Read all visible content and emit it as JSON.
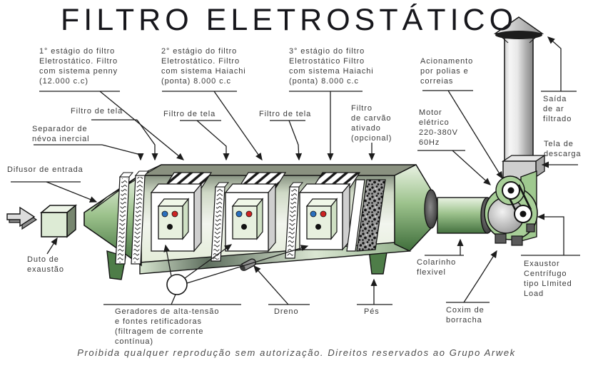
{
  "title": "FILTRO ELETROSTÁTICO",
  "footer": "Proibida qualquer reprodução sem autorização. Direitos reservados ao Grupo Arwek",
  "labels": {
    "stage1": "1° estágio do filtro\nEletrostático. Filtro\ncom sistema penny\n(12.000 c.c)",
    "stage2": "2° estágio do filtro\nEletrostático. Filtro\ncom sistema Haiachi\n(ponta) 8.000 c.c",
    "stage3": "3° estágio do filtro\nEletrostático Filtro\ncom sistema Haiachi\n(ponta) 8.000 c.c",
    "acionamento": "Acionamento\npor polias e\ncorreias",
    "saida_ar": "Saída\nde ar\nfiltrado",
    "tela_descarga": "Tela de\ndescarga",
    "filtro_tela": "Filtro de tela",
    "filtro_carvao": "Filtro\nde carvão\nativado\n(opcional)",
    "motor": "Motor\nelétrico\n220-380V\n60Hz",
    "separador": "Separador de\nnévoa inercial",
    "difusor": "Difusor de entrada",
    "duto": "Duto de\nexaustão",
    "colarinho": "Colarinho\nflexivel",
    "geradores": "Geradores de alta-tensão\ne fontes retificadoras\n(filtragem de corrente\ncontínua)",
    "dreno": "Dreno",
    "pes": "Pés",
    "coxim": "Coxim de\nborracha",
    "exaustor": "Exaustor\nCentrífugo\ntipo LImited\nLoad"
  },
  "colors": {
    "housing_green_light": "#e9f2e3",
    "housing_green": "#a8cf98",
    "housing_green_dark": "#3f6e3b",
    "roof_olive": "#8a9180",
    "control_box_green": "#e7f0df",
    "dot_blue": "#2a6fbd",
    "dot_red": "#cc2222",
    "dot_black": "#111111",
    "metal_gray": "#c0c0c0",
    "line_black": "#1c1c1c",
    "text_gray": "#3a3a3a"
  }
}
